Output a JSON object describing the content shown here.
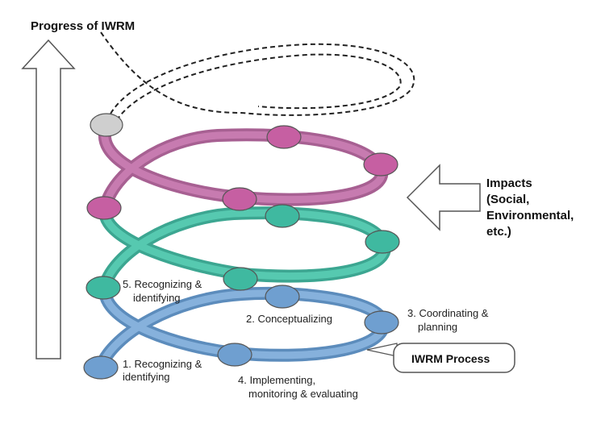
{
  "title": "Progress of IWRM",
  "impacts": {
    "line1": "Impacts",
    "line2": "(Social,",
    "line3": "Environmental,",
    "line4": "etc.)"
  },
  "process_label": "IWRM Process",
  "steps": {
    "s1": [
      "1. Recognizing &",
      "identifying"
    ],
    "s2": [
      "2. Conceptualizing"
    ],
    "s3": [
      "3. Coordinating &",
      "planning"
    ],
    "s4": [
      "4. Implementing,",
      "monitoring & evaluating"
    ],
    "s5": [
      "5. Recognizing &",
      "identifying"
    ]
  },
  "colors": {
    "blue": "#6f9fd0",
    "teal": "#3fb9a0",
    "pink": "#b5609a",
    "gray": "#cfcfcf"
  }
}
